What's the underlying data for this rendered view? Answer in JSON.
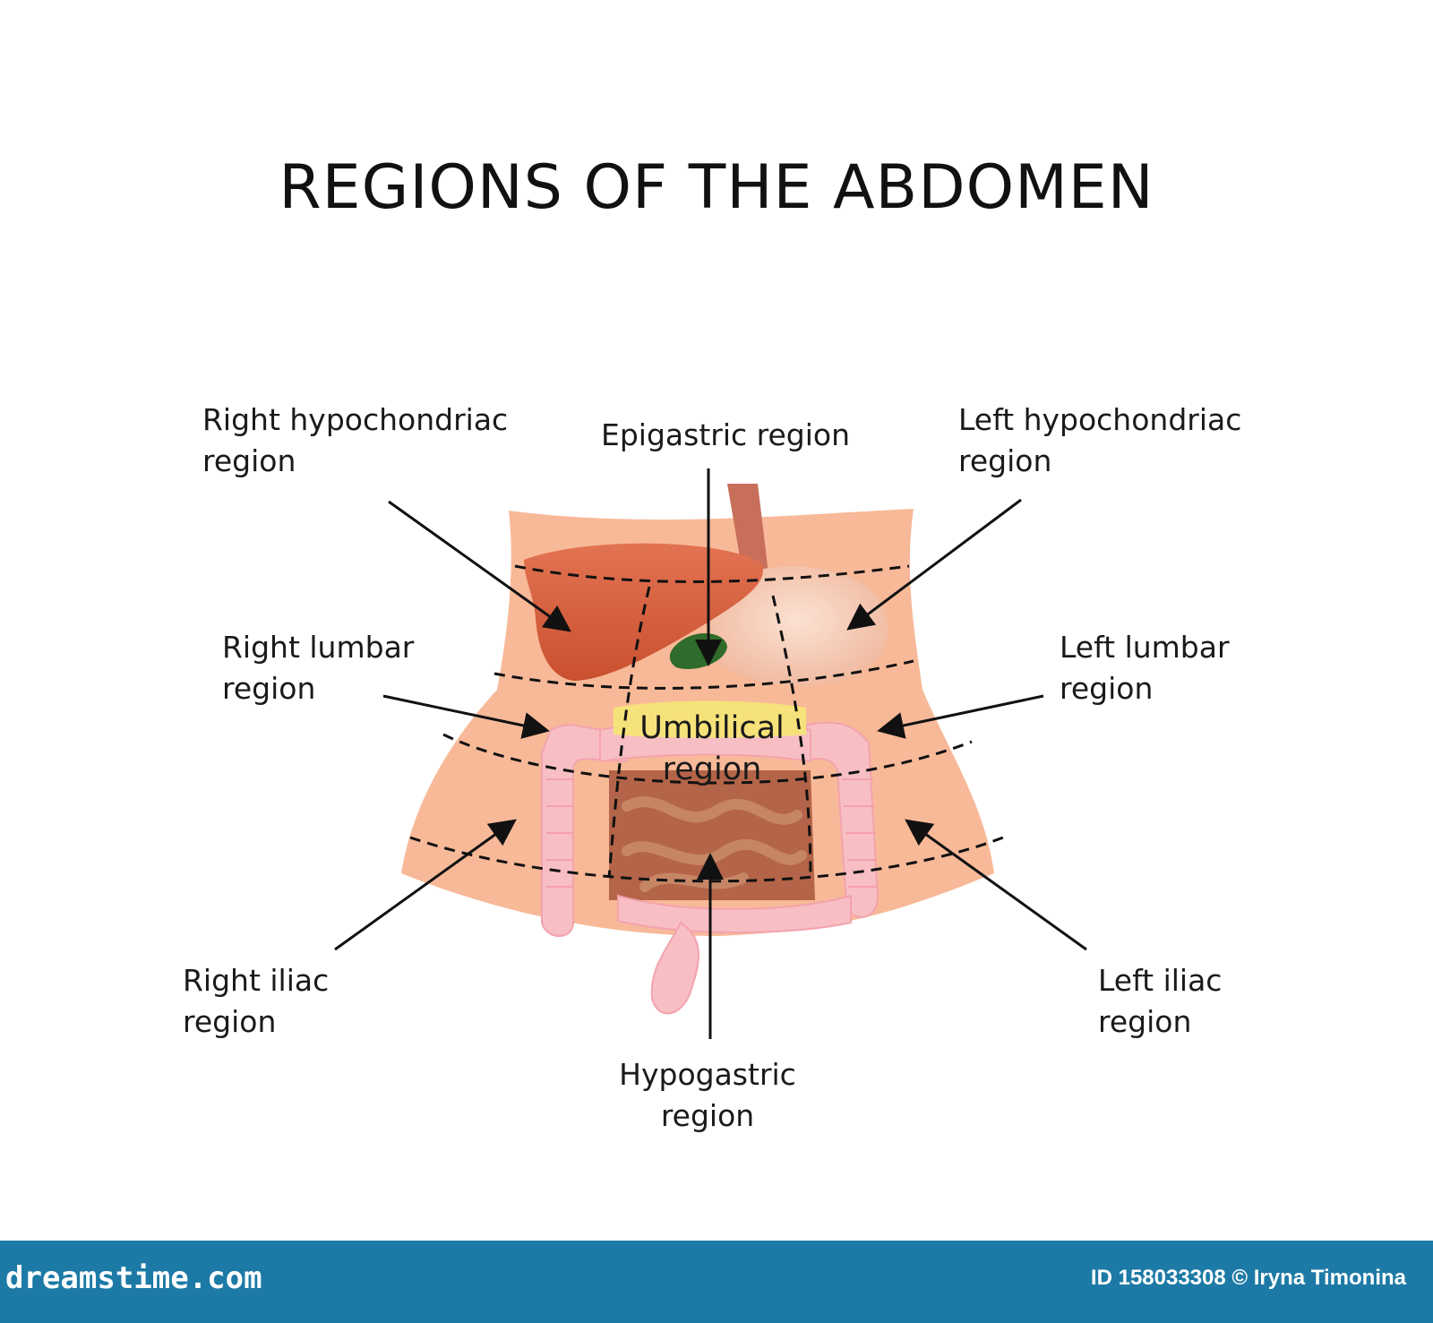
{
  "title": "REGIONS OF THE ABDOMEN",
  "labels": {
    "right_hypochondriac": [
      "Right hypochondriac",
      "region"
    ],
    "epigastric": [
      "Epigastric region"
    ],
    "left_hypochondriac": [
      "Left hypochondriac",
      "region"
    ],
    "right_lumbar": [
      "Right lumbar",
      "region"
    ],
    "umbilical": [
      "Umbilical",
      "region"
    ],
    "left_lumbar": [
      "Left lumbar",
      "region"
    ],
    "right_iliac": [
      "Right iliac",
      "region"
    ],
    "hypogastric": [
      "Hypogastric",
      "region"
    ],
    "left_iliac": [
      "Left iliac",
      "region"
    ]
  },
  "footer": {
    "brand": "dreamstime.com",
    "credit": "ID 158033308 © Iryna Timonina"
  },
  "colors": {
    "skin": "#f8b998",
    "liver": "#d65f3c",
    "stomach": "#f4c8b0",
    "gallbladder": "#2f6b2a",
    "colon": "#f7bfc4",
    "fat": "#f6e27a",
    "footer": "#1d7aa6"
  }
}
